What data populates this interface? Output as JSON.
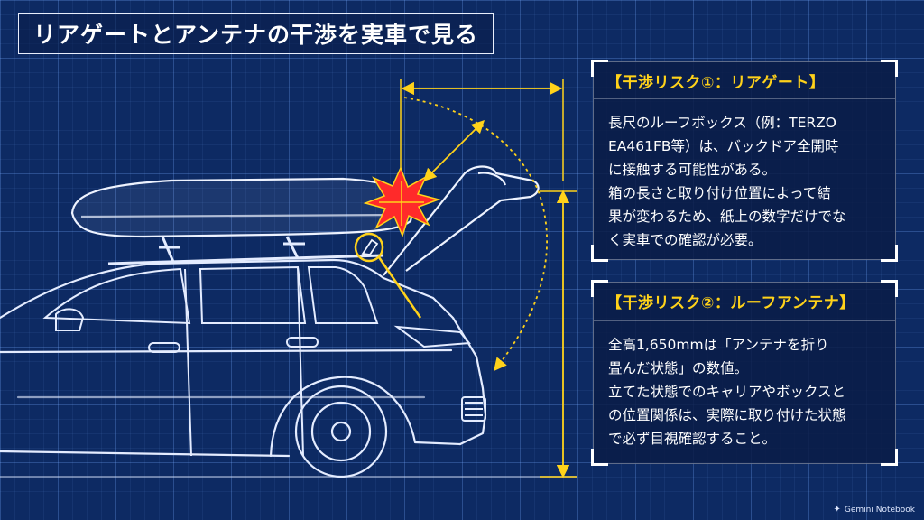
{
  "title": "リアゲートとアンテナの干渉を実車で見る",
  "risk1": {
    "heading": "【干渉リスク①：リアゲート】",
    "body": "長尺のルーフボックス（例：TERZO\nEA461FB等）は、バックドア全開時\nに接触する可能性がある。\n箱の長さと取り付け位置によって結\n果が変わるため、紙上の数字だけでな\nく実車での確認が必要。"
  },
  "risk2": {
    "heading": "【干渉リスク②：ルーフアンテナ】",
    "body": "全高1,650mmは「アンテナを折り\n畳んだ状態」の数値。\n立てた状態でのキャリアやボックスと\nの位置関係は、実際に取り付けた状態\nで必ず目視確認すること。"
  },
  "watermark": "Gemini Notebook",
  "colors": {
    "background": "#0d2a63",
    "line_art": "#dfe9ff",
    "accent_yellow": "#ffd21a",
    "impact_red": "#ff2a2a"
  },
  "icons": {
    "impact": "impact-burst-icon",
    "watermark": "sparkle-icon"
  }
}
